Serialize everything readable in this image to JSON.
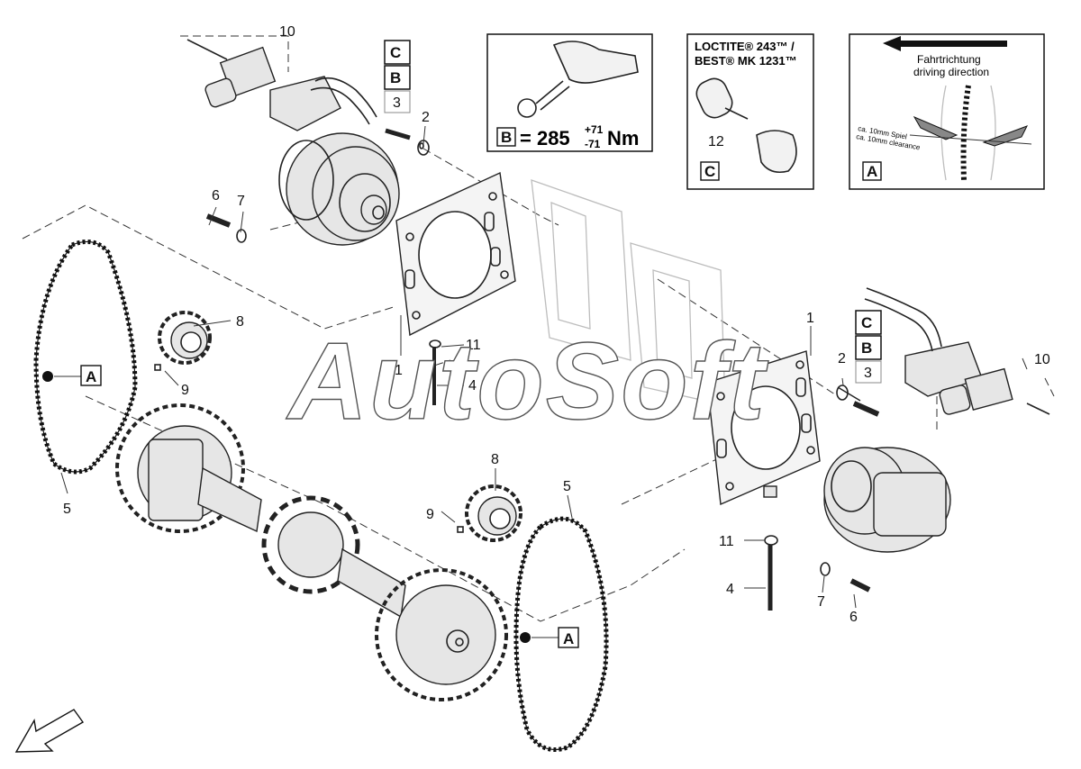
{
  "panels": {
    "torque": {
      "box": "B",
      "equals": "= 285",
      "sup": "+71",
      "sub": "-71",
      "unit": "Nm"
    },
    "loctite": {
      "line1": "LOCTITE® 243™ /",
      "line2": "BEST® MK 1231™",
      "num": "12",
      "box": "C"
    },
    "direction": {
      "line1": "Fahrtrichtung",
      "line2": "driving direction",
      "note1": "ca. 10mm Spiel",
      "note2": "ca. 10mm clearance",
      "box": "A"
    }
  },
  "stack_left": {
    "c": "C",
    "b": "B",
    "n": "3"
  },
  "stack_right": {
    "c": "C",
    "b": "B",
    "n": "3"
  },
  "callouts": {
    "n10_top": "10",
    "n2_top": "2",
    "n6_top": "6",
    "n7_top": "7",
    "n8_left": "8",
    "n9_left": "9",
    "nA_left": "A",
    "n5_left": "5",
    "n1_center": "1",
    "n11_center": "11",
    "n4_center": "4",
    "n8_mid": "8",
    "n9_mid": "9",
    "n5_mid": "5",
    "nA_mid": "A",
    "n1_right": "1",
    "n2_right": "2",
    "n10_right": "10",
    "n11_right": "11",
    "n4_right": "4",
    "n7_right": "7",
    "n6_right": "6"
  },
  "watermark": "AutoSoft"
}
